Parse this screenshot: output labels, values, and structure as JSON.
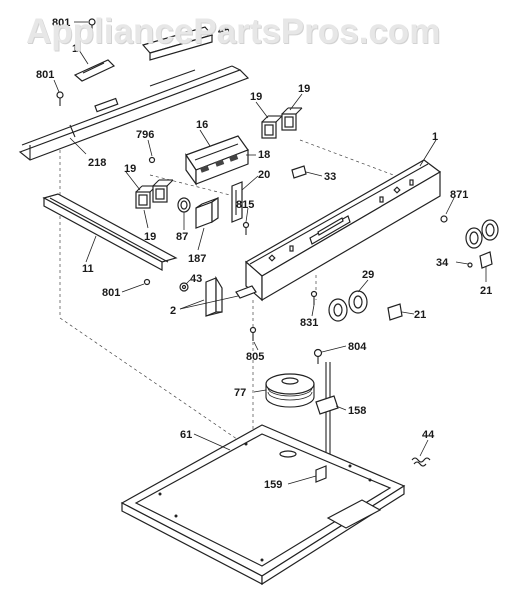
{
  "watermark": "AppliancePartsPros.com",
  "labels": {
    "l801a": "801",
    "l1a": "1",
    "l45": "45",
    "l801b": "801",
    "l218": "218",
    "l19a": "19",
    "l19b": "19",
    "l796": "796",
    "l16": "16",
    "l18": "18",
    "l1": "1",
    "l19c": "19",
    "l19d": "19",
    "l20": "20",
    "l33": "33",
    "l87": "87",
    "l187": "187",
    "l815": "815",
    "l871": "871",
    "l11": "11",
    "l43": "43",
    "l34": "34",
    "l21a": "21",
    "l801c": "801",
    "l2": "2",
    "l29": "29",
    "l21b": "21",
    "l831": "831",
    "l805": "805",
    "l804": "804",
    "l77": "77",
    "l158": "158",
    "l61": "61",
    "l44": "44",
    "l159": "159"
  }
}
